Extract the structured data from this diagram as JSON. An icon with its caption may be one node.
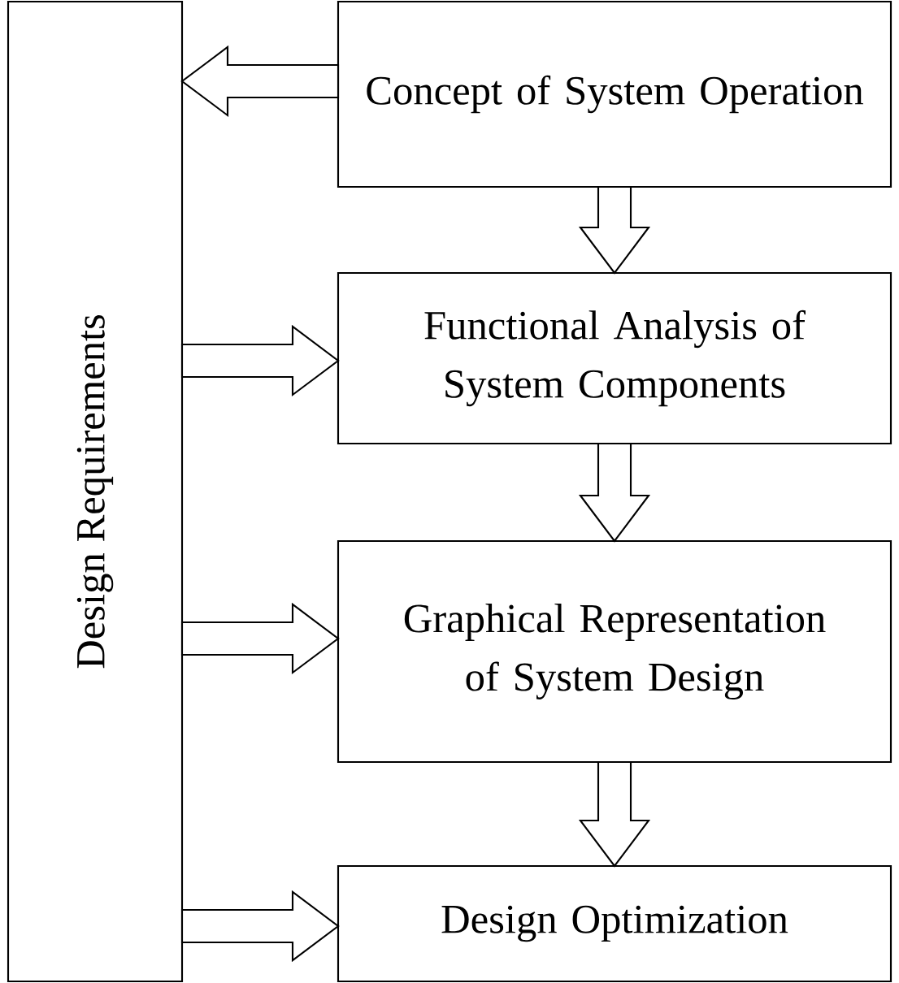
{
  "diagram": {
    "nodes": [
      {
        "text": [
          "Design Requirements"
        ]
      },
      {
        "text": [
          "Concept of System Operation"
        ]
      },
      {
        "text": [
          "Functional Analysis of System Components"
        ]
      },
      {
        "text": [
          "Graphical Representation of System Design"
        ]
      },
      {
        "text": [
          "Design Optimization"
        ]
      }
    ],
    "edges": [
      {
        "from": 1,
        "to": 0,
        "arrow": "to"
      },
      {
        "from": 1,
        "to": 2,
        "arrow": "to"
      },
      {
        "from": 2,
        "to": 3,
        "arrow": "to"
      },
      {
        "from": 3,
        "to": 4,
        "arrow": "to"
      },
      {
        "from": 0,
        "to": 2,
        "arrow": "to"
      },
      {
        "from": 0,
        "to": 3,
        "arrow": "to"
      },
      {
        "from": 0,
        "to": 4,
        "arrow": "to"
      }
    ]
  }
}
